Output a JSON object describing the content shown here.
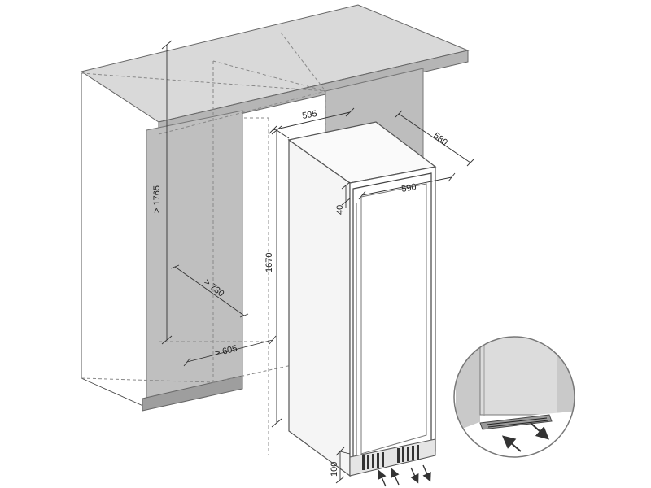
{
  "dimensions": {
    "cabinet_height": "> 1765",
    "cabinet_depth": "> 730",
    "cabinet_width": "> 605",
    "appliance_height": "1670",
    "appliance_width": "595",
    "appliance_depth": "580",
    "door_width": "590",
    "door_offset": "40",
    "plinth_height": "100"
  },
  "colors": {
    "countertop_top": "#d6d6d6",
    "countertop_front": "#b8b8b8",
    "cabinet_gray": "#bdbdbd",
    "appliance_side": "#f4f4f4",
    "appliance_front": "#ffffff",
    "line": "#555555"
  }
}
